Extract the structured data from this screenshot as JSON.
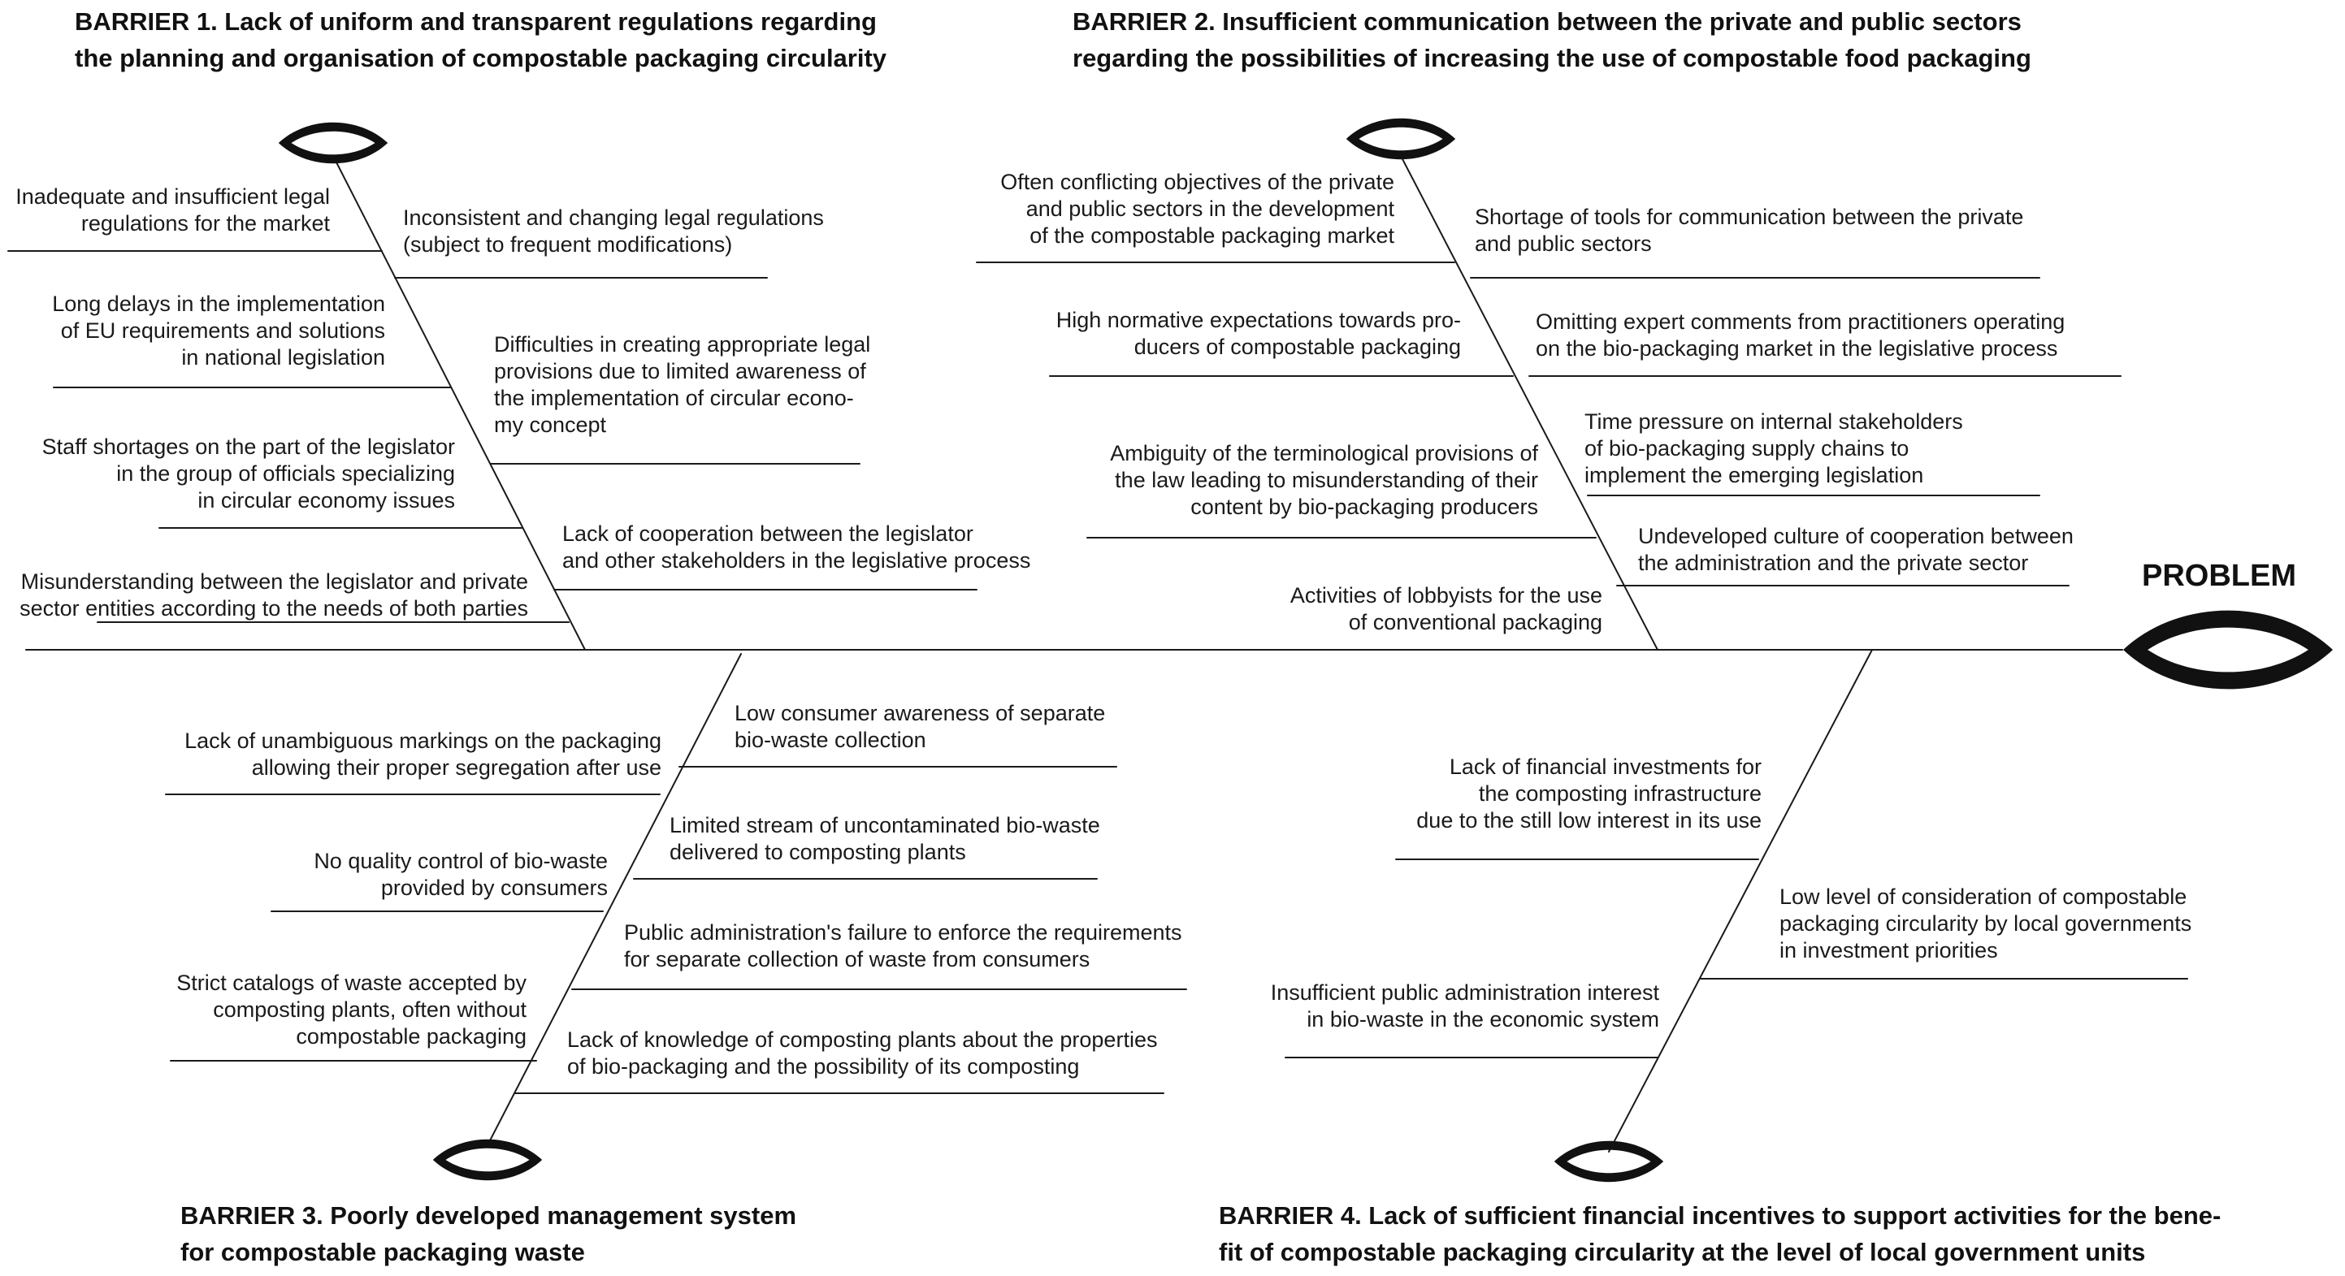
{
  "effect": {
    "label": "PROBLEM"
  },
  "barriers": [
    {
      "title": "BARRIER 1. Lack of uniform and transparent regulations regarding\nthe planning and organisation of compostable packaging circularity",
      "causes_left": [
        "Inadequate and insufficient legal\nregulations for the market",
        "Long delays in the implementation\nof EU requirements and solutions\nin national legislation",
        "Staff shortages on the part of the legislator\nin the group of officials specializing\nin circular economy issues",
        "Misunderstanding between the legislator and private\nsector entities according to the needs of both parties"
      ],
      "causes_right": [
        "Inconsistent and changing legal regulations\n(subject to frequent modifications)",
        "Difficulties in creating appropriate legal\nprovisions due to limited awareness of\nthe implementation of circular econo-\nmy concept",
        "Lack of cooperation between the legislator\nand other stakeholders in the legislative process"
      ]
    },
    {
      "title": "BARRIER 2. Insufficient communication between the private and public sectors\nregarding the possibilities of increasing the use of compostable food packaging",
      "causes_left": [
        "Often conflicting objectives of the private\nand public sectors in the development\nof the compostable packaging market",
        "High normative expectations towards pro-\nducers of compostable packaging",
        "Ambiguity of the terminological provisions of\nthe law leading to misunderstanding of their\ncontent by bio-packaging producers",
        "Activities of lobbyists for the use\nof conventional packaging"
      ],
      "causes_right": [
        "Shortage of tools for communication between the private\nand public sectors",
        "Omitting expert comments from practitioners operating\non the bio-packaging market in the legislative process",
        "Time pressure on internal stakeholders\nof bio-packaging supply chains to\nimplement the emerging legislation",
        "Undeveloped culture of cooperation between\nthe administration and the private sector"
      ]
    },
    {
      "title": "BARRIER 3. Poorly developed management system\nfor compostable packaging waste",
      "causes_left": [
        "Lack of unambiguous markings on the packaging\nallowing their proper segregation after use",
        "No quality control of bio-waste\nprovided by consumers",
        "Strict catalogs of waste accepted by\ncomposting plants, often without\ncompostable packaging"
      ],
      "causes_right": [
        "Low consumer awareness of separate\nbio-waste collection",
        "Limited stream of uncontaminated bio-waste\ndelivered to composting plants",
        "Public administration's failure to enforce the requirements\nfor separate collection of waste from consumers",
        "Lack of knowledge of composting plants about the properties\nof bio-packaging and the possibility of its composting"
      ]
    },
    {
      "title": "BARRIER 4. Lack of sufficient financial incentives to support activities for the bene-\nfit of compostable packaging circularity at the level of local government units",
      "causes_left": [
        "Lack of financial investments for\nthe composting infrastructure\ndue to the still low interest in its use",
        "Insufficient public administration interest\nin bio-waste in the economic system"
      ],
      "causes_right": [
        "Low level of consideration of compostable\npackaging circularity by local governments\nin investment priorities"
      ]
    }
  ]
}
